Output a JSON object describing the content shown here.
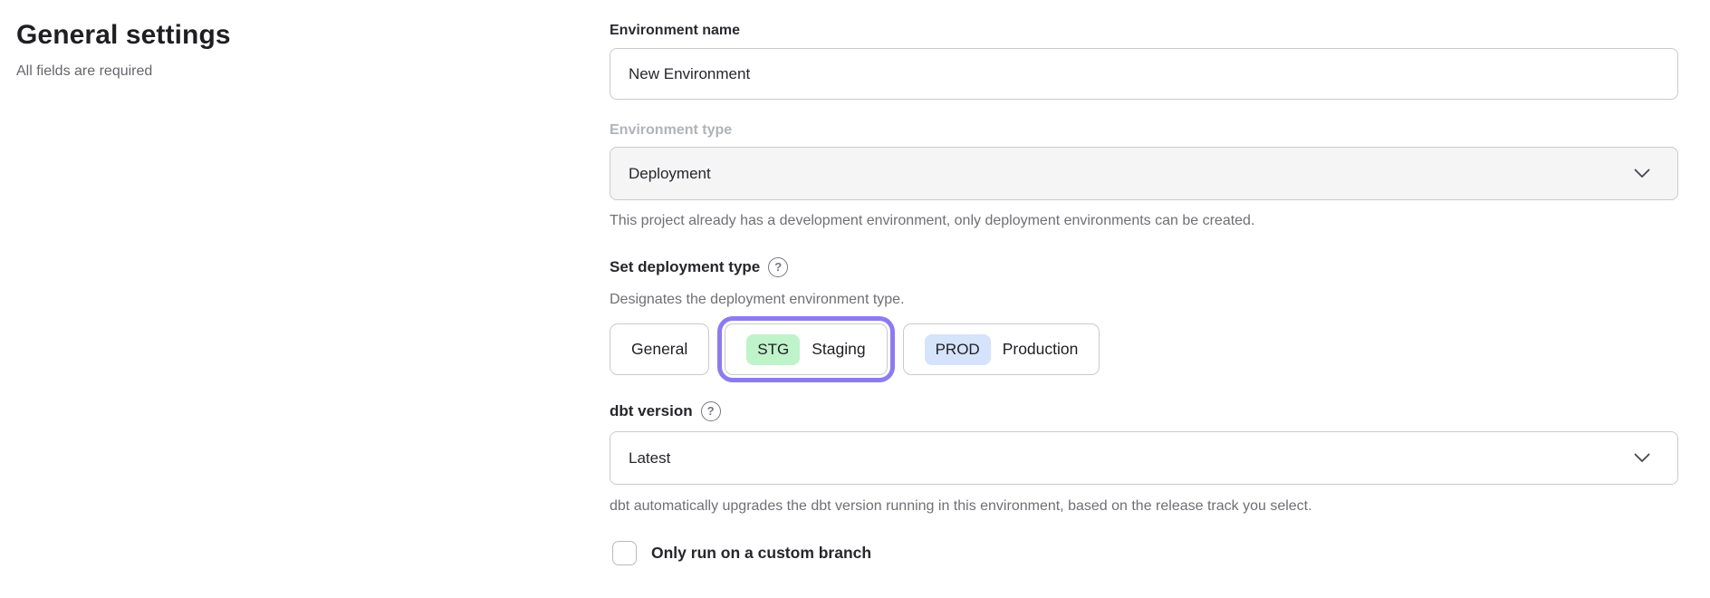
{
  "page": {
    "heading": "General settings",
    "subheading": "All fields are required"
  },
  "form": {
    "environment_name": {
      "label": "Environment name",
      "value": "New Environment"
    },
    "environment_type": {
      "label": "Environment type",
      "value": "Deployment",
      "disabled": true,
      "helper": "This project already has a development environment, only deployment environments can be created."
    },
    "deployment_type": {
      "label": "Set deployment type",
      "helper": "Designates the deployment environment type.",
      "options": [
        {
          "label": "General",
          "badge": "",
          "selected": false
        },
        {
          "label": "Staging",
          "badge": "STG",
          "selected": true
        },
        {
          "label": "Production",
          "badge": "PROD",
          "selected": false
        }
      ]
    },
    "dbt_version": {
      "label": "dbt version",
      "value": "Latest",
      "helper": "dbt automatically upgrades the dbt version running in this environment, based on the release track you select."
    },
    "custom_branch": {
      "label": "Only run on a custom branch",
      "checked": false
    }
  },
  "icons": {
    "help": "?"
  },
  "colors": {
    "accent_purple": "#8c7bf0",
    "badge_green": "#bff3c9",
    "badge_blue": "#d5e3fb",
    "disabled_bg": "#f5f5f6",
    "border": "#c9cace",
    "helper_gray": "#6f6f76"
  }
}
